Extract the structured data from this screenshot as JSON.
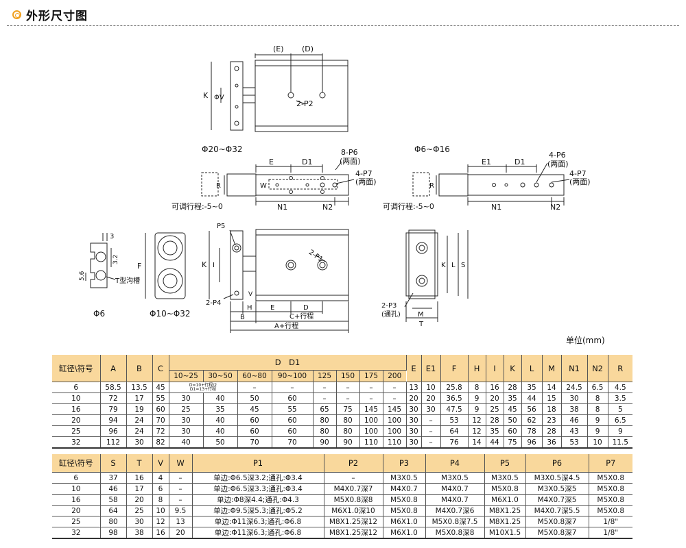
{
  "header": {
    "title": "外形尺寸图"
  },
  "drawing": {
    "label_e_paren": "(E)",
    "label_d_paren": "(D)",
    "label_k": "K",
    "label_phi_v": "ΦV",
    "label_2p2": "2-P2",
    "range_large": "Φ20~Φ32",
    "range_small": "Φ6~Φ16",
    "label_e": "E",
    "label_d1": "D1",
    "label_8p6": "8-P6",
    "label_both_sides": "(两面)",
    "label_4p7": "4-P7",
    "label_4p6": "4-P6",
    "label_e1": "E1",
    "label_r": "R",
    "label_w": "W",
    "label_n1": "N1",
    "label_n2": "N2",
    "label_adjust": "可调行程:-5~0",
    "label_3": "3",
    "label_32": "3.2",
    "label_56": "5.6",
    "label_t_slot": "T型沟槽",
    "label_phi6": "Φ6",
    "label_f": "F",
    "label_phi10_32": "Φ10~Φ32",
    "label_p5": "P5",
    "label_2p1": "2-P1",
    "label_2p4": "2-P4",
    "label_b": "B",
    "label_h": "H",
    "label_v": "V",
    "label_d": "D",
    "label_c_stroke": "C+行程",
    "label_a_stroke": "A+行程",
    "label_2p3": "2-P3",
    "label_through": "(通孔)",
    "label_m": "M",
    "label_t": "T",
    "label_l": "L",
    "label_s": "S",
    "label_i": "I"
  },
  "unit": "单位(mm)",
  "table1": {
    "h_bore": "缸径\\符号",
    "h_A": "A",
    "h_B": "B",
    "h_C": "C",
    "h_DD1": "D　D1",
    "sub": [
      "10~25",
      "30~50",
      "60~80",
      "90~100",
      "125",
      "150",
      "175",
      "200"
    ],
    "h_E": "E",
    "h_E1": "E1",
    "h_F": "F",
    "h_H": "H",
    "h_I": "I",
    "h_K": "K",
    "h_L": "L",
    "h_M": "M",
    "h_N1": "N1",
    "h_N2": "N2",
    "h_R": "R",
    "note1": "D=10+行程/2",
    "note2": "D1=13+行程",
    "rows": [
      [
        "6",
        "58.5",
        "13.5",
        "45",
        "",
        "–",
        "–",
        "–",
        "–",
        "–",
        "–",
        "–",
        "13",
        "10",
        "25.8",
        "8",
        "16",
        "28",
        "35",
        "14",
        "24.5",
        "6.5",
        "4.5"
      ],
      [
        "10",
        "72",
        "17",
        "55",
        "30",
        "40",
        "50",
        "60",
        "–",
        "–",
        "–",
        "–",
        "20",
        "20",
        "36.5",
        "9",
        "20",
        "35",
        "44",
        "15",
        "30",
        "8",
        "3.5"
      ],
      [
        "16",
        "79",
        "19",
        "60",
        "25",
        "35",
        "45",
        "55",
        "65",
        "75",
        "145",
        "145",
        "30",
        "30",
        "47.5",
        "9",
        "25",
        "45",
        "56",
        "18",
        "38",
        "8",
        "5"
      ],
      [
        "20",
        "94",
        "24",
        "70",
        "30",
        "40",
        "60",
        "60",
        "80",
        "80",
        "100",
        "100",
        "30",
        "–",
        "53",
        "12",
        "28",
        "50",
        "62",
        "23",
        "46",
        "9",
        "6.5"
      ],
      [
        "25",
        "96",
        "24",
        "72",
        "30",
        "40",
        "60",
        "60",
        "80",
        "80",
        "100",
        "100",
        "30",
        "–",
        "64",
        "12",
        "35",
        "60",
        "78",
        "28",
        "43",
        "9",
        "9"
      ],
      [
        "32",
        "112",
        "30",
        "82",
        "40",
        "50",
        "70",
        "70",
        "90",
        "90",
        "110",
        "110",
        "30",
        "–",
        "76",
        "14",
        "44",
        "75",
        "96",
        "36",
        "53",
        "10",
        "11.5"
      ]
    ]
  },
  "table2": {
    "headers": [
      "缸径\\符号",
      "S",
      "T",
      "V",
      "W",
      "P1",
      "P2",
      "P3",
      "P4",
      "P5",
      "P6",
      "P7"
    ],
    "rows": [
      [
        "6",
        "37",
        "16",
        "4",
        "–",
        "单边:Φ6.5深3.2;通孔:Φ3.4",
        "–",
        "M3X0.5",
        "M3X0.5",
        "M3X0.5",
        "M3X0.5深4.5",
        "M5X0.8"
      ],
      [
        "10",
        "46",
        "17",
        "6",
        "–",
        "单边:Φ6.5深3.3;通孔:Φ3.4",
        "M4X0.7深7",
        "M4X0.7",
        "M4X0.7",
        "M5X0.8",
        "M3X0.5深5",
        "M5X0.8"
      ],
      [
        "16",
        "58",
        "20",
        "8",
        "–",
        "单边:Φ8深4.4;通孔:Φ4.3",
        "M5X0.8深8",
        "M5X0.8",
        "M4X0.7",
        "M6X1.0",
        "M4X0.7深5",
        "M5X0.8"
      ],
      [
        "20",
        "64",
        "25",
        "10",
        "9.5",
        "单边:Φ9.5深5.3;通孔:Φ5.2",
        "M6X1.0深10",
        "M5X0.8",
        "M4X0.7深6",
        "M8X1.25",
        "M4X0.7深5.5",
        "M5X0.8"
      ],
      [
        "25",
        "80",
        "30",
        "12",
        "13",
        "单边:Φ11深6.3;通孔:Φ6.8",
        "M8X1.25深12",
        "M6X1.0",
        "M5X0.8深7.5",
        "M8X1.25",
        "M5X0.8深7",
        "1/8\""
      ],
      [
        "32",
        "98",
        "38",
        "16",
        "20",
        "单边:Φ11深6.3;通孔:Φ6.8",
        "M8X1.25深12",
        "M6X1.0",
        "M5X0.8深8",
        "M10X1.5",
        "M5X0.8深7",
        "1/8\""
      ]
    ]
  }
}
